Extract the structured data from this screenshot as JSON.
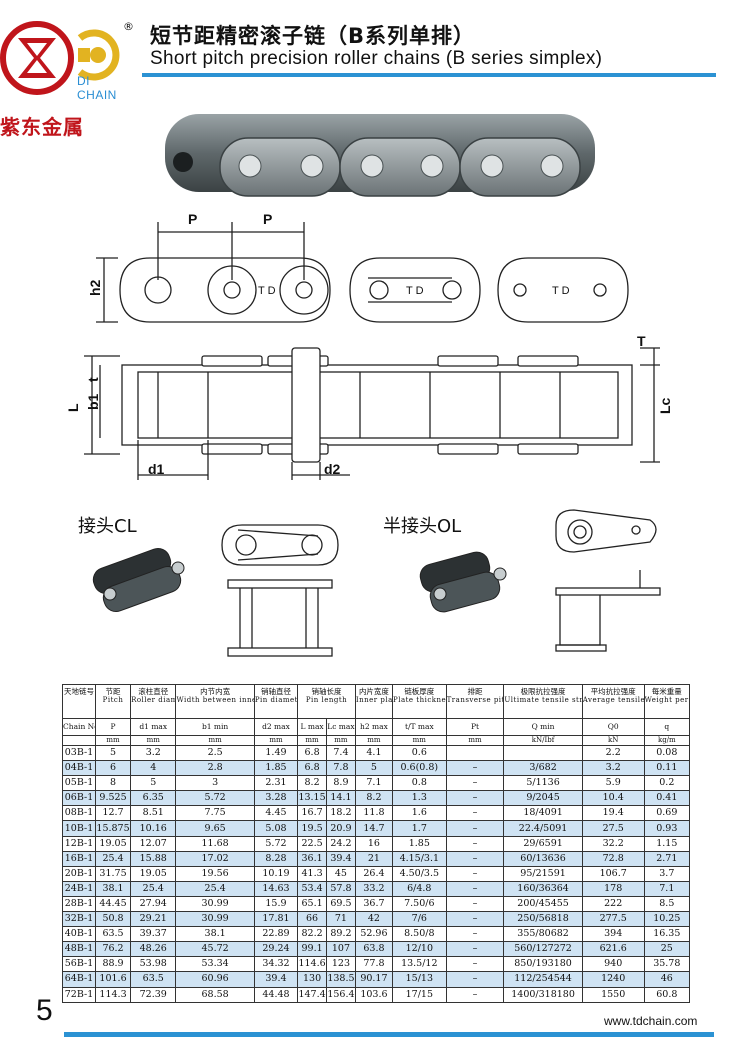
{
  "brand": {
    "name_cn": "紫东金属",
    "logo_text": "DI CHAIN",
    "registered": "®"
  },
  "title": {
    "cn": "短节距精密滚子链（B系列单排）",
    "en": "Short pitch precision roller chains (B series simplex)"
  },
  "diagram": {
    "labels": {
      "P1": "P",
      "P2": "P",
      "h2": "h2",
      "T": "T",
      "L": "L",
      "t": "t",
      "b1": "b1",
      "Lc": "Lc",
      "d1": "d1",
      "d2": "d2",
      "td1": "T D",
      "td2": "T D",
      "td3": "T D"
    },
    "connector_cl": "接头CL",
    "connector_ol": "半接头OL"
  },
  "colors": {
    "accent": "#2b92d3",
    "brand_red": "#c0151b",
    "row_alt": "#cfe3f3"
  },
  "table": {
    "header_cn": [
      "天地链号",
      "节距",
      "滚柱直径",
      "内节内宽",
      "销轴直径",
      "销轴长度",
      "内片宽度",
      "链板厚度",
      "排距",
      "极限抗拉强度",
      "平均抗拉强度",
      "每米重量"
    ],
    "header_en": [
      "",
      "Pitch",
      "Roller diameter",
      "Width between inner plates",
      "Pin diameter",
      "Pin length",
      "Inner plate depth",
      "Plate thickness",
      "Transverse pitch",
      "Ultimate tensile strength",
      "Average tensile strength",
      "Weight per meter"
    ],
    "symbols": [
      "Chain No.",
      "P",
      "d1 max",
      "b1 min",
      "d2 max",
      "L max",
      "Lc max",
      "h2 max",
      "t/T max",
      "Pt",
      "Q min",
      "Q0",
      "q"
    ],
    "units": [
      "",
      "mm",
      "mm",
      "mm",
      "mm",
      "mm",
      "mm",
      "mm",
      "mm",
      "mm",
      "kN/Ibf",
      "kN",
      "kg/m"
    ],
    "rows": [
      [
        "03B-1",
        "5",
        "3.2",
        "2.5",
        "1.49",
        "6.8",
        "7.4",
        "4.1",
        "0.6",
        "",
        "",
        "2.2",
        "0.08"
      ],
      [
        "04B-1",
        "6",
        "4",
        "2.8",
        "1.85",
        "6.8",
        "7.8",
        "5",
        "0.6(0.8)",
        "–",
        "3/682",
        "3.2",
        "0.11"
      ],
      [
        "05B-1",
        "8",
        "5",
        "3",
        "2.31",
        "8.2",
        "8.9",
        "7.1",
        "0.8",
        "–",
        "5/1136",
        "5.9",
        "0.2"
      ],
      [
        "06B-1",
        "9.525",
        "6.35",
        "5.72",
        "3.28",
        "13.15",
        "14.1",
        "8.2",
        "1.3",
        "–",
        "9/2045",
        "10.4",
        "0.41"
      ],
      [
        "08B-1",
        "12.7",
        "8.51",
        "7.75",
        "4.45",
        "16.7",
        "18.2",
        "11.8",
        "1.6",
        "–",
        "18/4091",
        "19.4",
        "0.69"
      ],
      [
        "10B-1",
        "15.875",
        "10.16",
        "9.65",
        "5.08",
        "19.5",
        "20.9",
        "14.7",
        "1.7",
        "–",
        "22.4/5091",
        "27.5",
        "0.93"
      ],
      [
        "12B-1",
        "19.05",
        "12.07",
        "11.68",
        "5.72",
        "22.5",
        "24.2",
        "16",
        "1.85",
        "–",
        "29/6591",
        "32.2",
        "1.15"
      ],
      [
        "16B-1",
        "25.4",
        "15.88",
        "17.02",
        "8.28",
        "36.1",
        "39.4",
        "21",
        "4.15/3.1",
        "–",
        "60/13636",
        "72.8",
        "2.71"
      ],
      [
        "20B-1",
        "31.75",
        "19.05",
        "19.56",
        "10.19",
        "41.3",
        "45",
        "26.4",
        "4.50/3.5",
        "–",
        "95/21591",
        "106.7",
        "3.7"
      ],
      [
        "24B-1",
        "38.1",
        "25.4",
        "25.4",
        "14.63",
        "53.4",
        "57.8",
        "33.2",
        "6/4.8",
        "–",
        "160/36364",
        "178",
        "7.1"
      ],
      [
        "28B-1",
        "44.45",
        "27.94",
        "30.99",
        "15.9",
        "65.1",
        "69.5",
        "36.7",
        "7.50/6",
        "–",
        "200/45455",
        "222",
        "8.5"
      ],
      [
        "32B-1",
        "50.8",
        "29.21",
        "30.99",
        "17.81",
        "66",
        "71",
        "42",
        "7/6",
        "–",
        "250/56818",
        "277.5",
        "10.25"
      ],
      [
        "40B-1",
        "63.5",
        "39.37",
        "38.1",
        "22.89",
        "82.2",
        "89.2",
        "52.96",
        "8.50/8",
        "–",
        "355/80682",
        "394",
        "16.35"
      ],
      [
        "48B-1",
        "76.2",
        "48.26",
        "45.72",
        "29.24",
        "99.1",
        "107",
        "63.8",
        "12/10",
        "–",
        "560/127272",
        "621.6",
        "25"
      ],
      [
        "56B-1",
        "88.9",
        "53.98",
        "53.34",
        "34.32",
        "114.6",
        "123",
        "77.8",
        "13.5/12",
        "–",
        "850/193180",
        "940",
        "35.78"
      ],
      [
        "64B-1",
        "101.6",
        "63.5",
        "60.96",
        "39.4",
        "130",
        "138.5",
        "90.17",
        "15/13",
        "–",
        "112/254544",
        "1240",
        "46"
      ],
      [
        "72B-1",
        "114.3",
        "72.39",
        "68.58",
        "44.48",
        "147.4",
        "156.4",
        "103.6",
        "17/15",
        "–",
        "1400/318180",
        "1550",
        "60.8"
      ]
    ]
  },
  "footer": {
    "page_number": "5",
    "website": "www.tdchain.com"
  }
}
